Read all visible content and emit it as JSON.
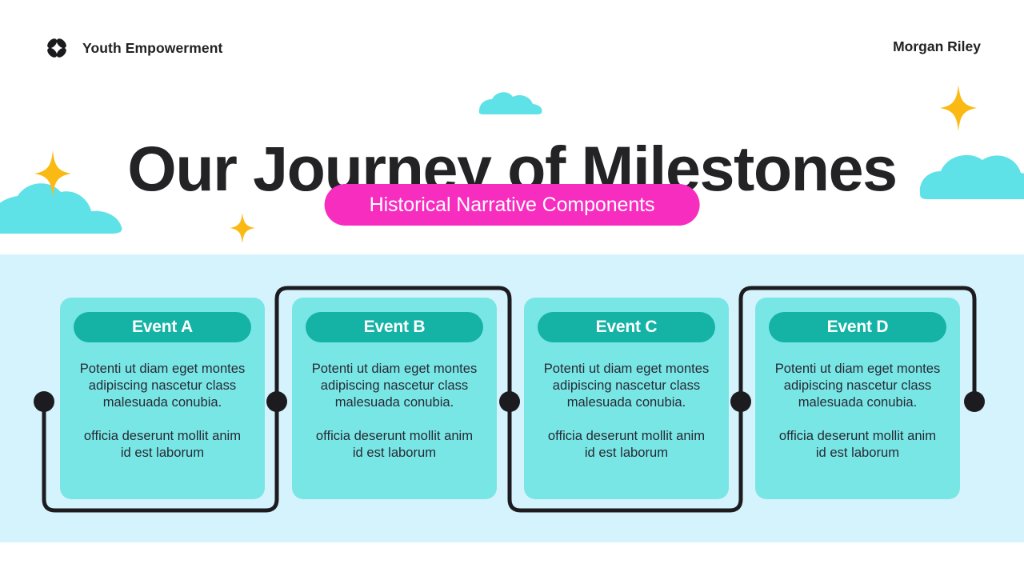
{
  "topbar": {
    "logo_icon": "four-petal-clover-icon",
    "brand_name": "Youth Empowerment",
    "author": "Morgan Riley"
  },
  "header": {
    "title": "Our Journey of Milestones",
    "subtitle": "Historical Narrative Components"
  },
  "decorations": [
    {
      "name": "cloud-left",
      "type": "cloud"
    },
    {
      "name": "cloud-title",
      "type": "cloud"
    },
    {
      "name": "cloud-right",
      "type": "cloud"
    },
    {
      "name": "sparkle-left-large",
      "type": "star"
    },
    {
      "name": "sparkle-left-small",
      "type": "star"
    },
    {
      "name": "sparkle-right",
      "type": "star"
    }
  ],
  "colors": {
    "accent_pink": "#F72DC0",
    "band_bg": "#D4F3FD",
    "card_bg": "#79E6E6",
    "card_head": "#15B3A6",
    "cloud": "#5FE1E8",
    "star": "#FAB913",
    "ink": "#232326",
    "connector": "#1C1C20"
  },
  "timeline": {
    "cards": [
      {
        "label": "Event A",
        "paragraph1": "Potenti ut diam eget montes adipiscing nascetur class malesuada conubia.",
        "paragraph2": "officia deserunt mollit anim id est laborum",
        "connector": "below"
      },
      {
        "label": "Event B",
        "paragraph1": "Potenti ut diam eget montes adipiscing nascetur class malesuada conubia.",
        "paragraph2": "officia deserunt mollit anim id est laborum",
        "connector": "above"
      },
      {
        "label": "Event C",
        "paragraph1": "Potenti ut diam eget montes adipiscing nascetur class malesuada conubia.",
        "paragraph2": "officia deserunt mollit anim id est laborum",
        "connector": "below"
      },
      {
        "label": "Event D",
        "paragraph1": "Potenti ut diam eget montes adipiscing nascetur class malesuada conubia.",
        "paragraph2": "officia deserunt mollit anim id est laborum",
        "connector": "above"
      }
    ],
    "nodes": 5
  }
}
